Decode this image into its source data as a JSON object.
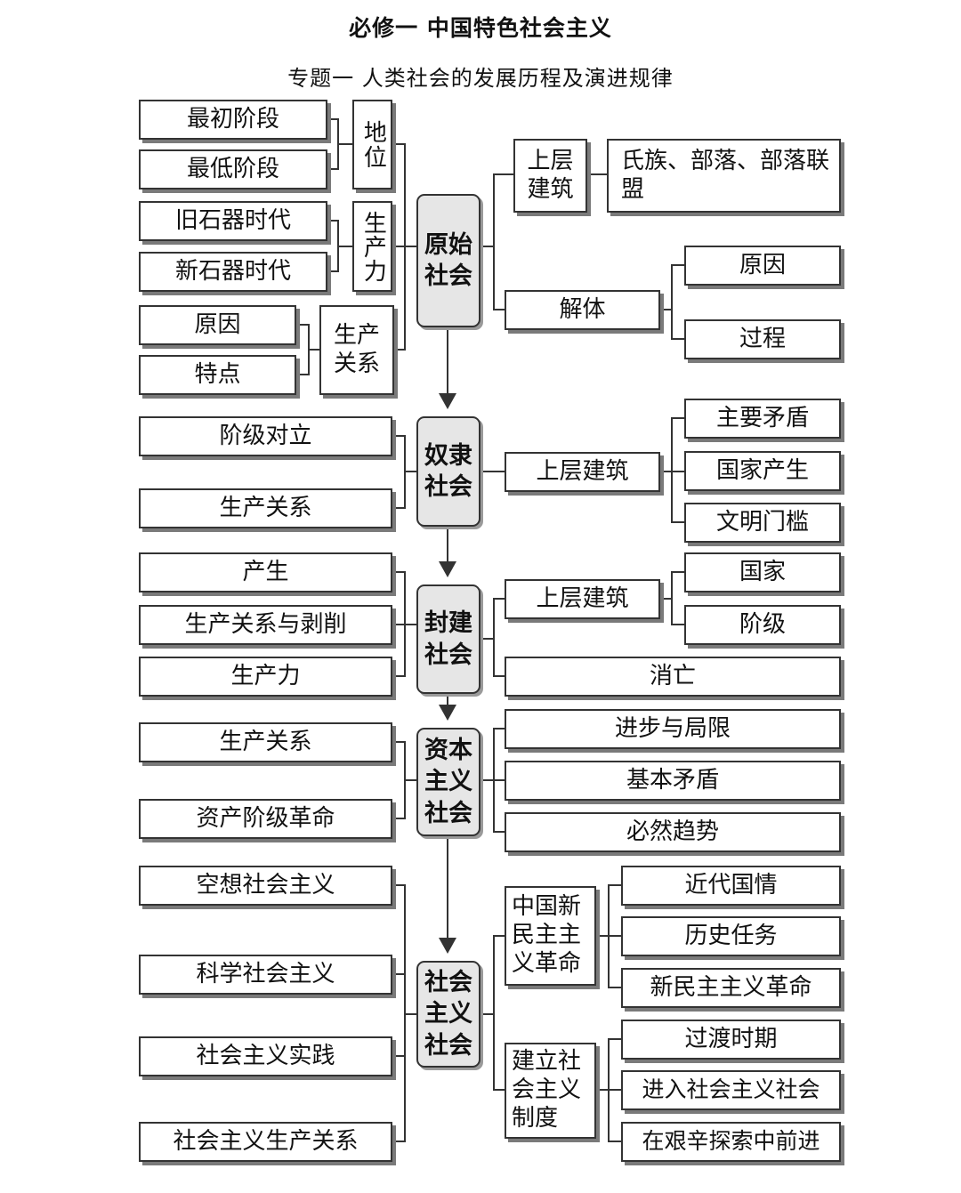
{
  "header": {
    "title": "必修一  中国特色社会主义",
    "subtitle": "专题一  人类社会的发展历程及演进规律"
  },
  "primitive": {
    "center": "原始社会",
    "left": {
      "status": {
        "label": "地位",
        "items": [
          "最初阶段",
          "最低阶段"
        ]
      },
      "productivity": {
        "label": "生产力",
        "items": [
          "旧石器时代",
          "新石器时代"
        ]
      },
      "relations": {
        "label": "生产关系",
        "items": [
          "原因",
          "特点"
        ]
      }
    },
    "right": {
      "superstructure": {
        "label": "上层建筑",
        "detail": "氏族、部落、部落联盟"
      },
      "collapse": {
        "label": "解体",
        "items": [
          "原因",
          "过程"
        ]
      }
    }
  },
  "slave": {
    "center": "奴隶社会",
    "left": [
      "阶级对立",
      "生产关系"
    ],
    "right": {
      "label": "上层建筑",
      "items": [
        "主要矛盾",
        "国家产生",
        "文明门槛"
      ]
    }
  },
  "feudal": {
    "center": "封建社会",
    "left": [
      "产生",
      "生产关系与剥削",
      "生产力"
    ],
    "right": {
      "label": "上层建筑",
      "items": [
        "国家",
        "阶级"
      ],
      "end": "消亡"
    }
  },
  "capitalist": {
    "center": "资本主义社会",
    "left": [
      "生产关系",
      "资产阶级革命"
    ],
    "right": [
      "进步与局限",
      "基本矛盾",
      "必然趋势"
    ]
  },
  "socialist": {
    "center": "社会主义社会",
    "left": [
      "空想社会主义",
      "科学社会主义",
      "社会主义实践",
      "社会主义生产关系"
    ],
    "right": {
      "revolution": {
        "label": "中国新民主主义革命",
        "items": [
          "近代国情",
          "历史任务",
          "新民主主义革命"
        ]
      },
      "system": {
        "label": "建立社会主义制度",
        "items": [
          "过渡时期",
          "进入社会主义社会",
          "在艰辛探索中前进"
        ]
      }
    }
  }
}
